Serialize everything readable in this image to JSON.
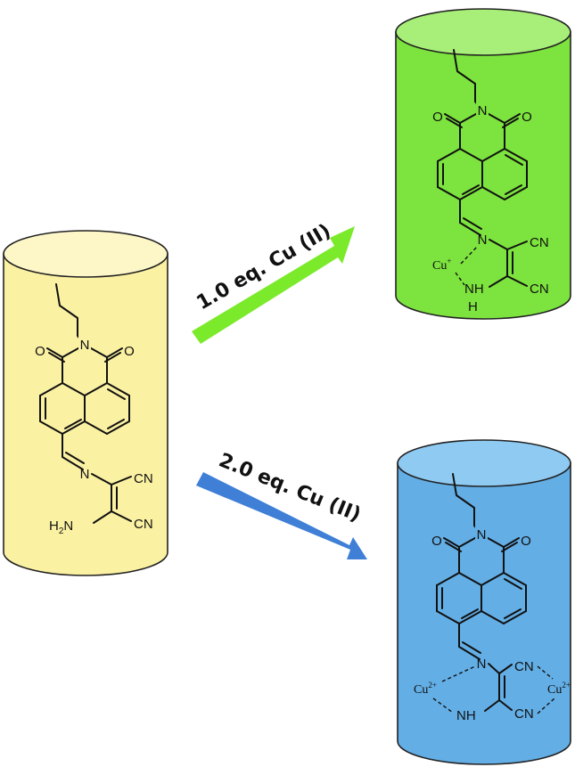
{
  "arrows": {
    "one_eq": {
      "label": "1.0 eq. Cu (II)",
      "color": "#7bea2b"
    },
    "two_eq": {
      "label": "2.0 eq. Cu (II)",
      "color": "#3f7fd6"
    }
  },
  "cylinders": {
    "left": {
      "fill": "#fbf1a3",
      "top_fill": "#fdf7c8"
    },
    "green": {
      "fill": "#7de33e",
      "top_fill": "#a7ef78"
    },
    "blue": {
      "fill": "#63aee5",
      "top_fill": "#8fcaf2"
    }
  },
  "atoms": {
    "o": "O",
    "n": "N",
    "cn": "CN",
    "h2n": "H",
    "h2n_sub": "2",
    "h2n_tail": "N",
    "nh": "NH",
    "h": "H",
    "cu": "Cu",
    "cu_charge_1": "+",
    "cu_charge_2": "2+"
  }
}
